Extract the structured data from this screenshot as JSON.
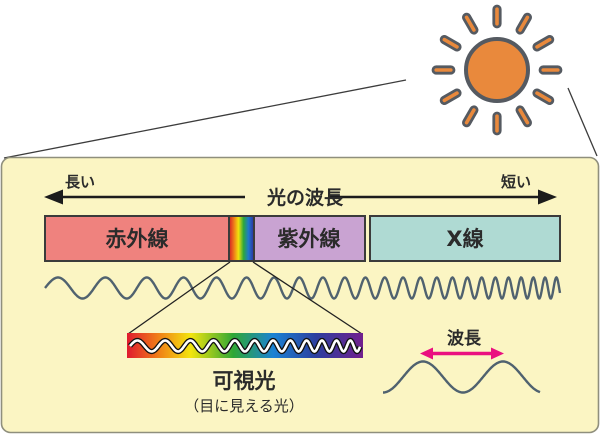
{
  "header": {
    "long_label": "長い",
    "short_label": "短い",
    "title": "光の波長"
  },
  "spectrum_bar": {
    "infrared_label": "赤外線",
    "ultraviolet_label": "紫外線",
    "xray_label": "X線"
  },
  "visible_light": {
    "label": "可視光",
    "sublabel": "（目に見える光）"
  },
  "wavelength": {
    "label": "波長"
  },
  "icons": {
    "sun": "sun-icon"
  },
  "colors": {
    "panel_bg": "#fbf5c3",
    "panel_border": "#8f8f7d",
    "sun_fill": "#e9893c",
    "sun_outline": "#555a61",
    "infrared": "#ef827e",
    "ultraviolet": "#c9a3d2",
    "xray": "#afdad3",
    "segment_border": "#3b3b3b",
    "wave": "#50626f",
    "arrow": "#1c1c1c",
    "wavelength_arrow": "#ea1080",
    "text": "#2b2b2b"
  }
}
